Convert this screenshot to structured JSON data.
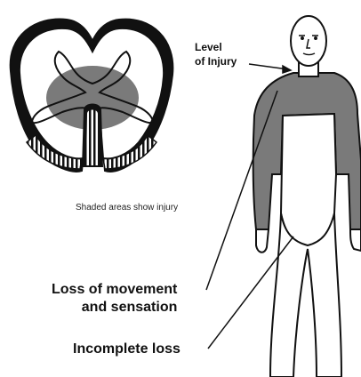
{
  "labels": {
    "level_line1": "Level",
    "level_line2": "of Injury",
    "caption": "Shaded areas show injury",
    "loss_line1": "Loss of movement",
    "loss_line2": "and sensation",
    "incomplete": "Incomplete loss"
  },
  "colors": {
    "injury_shade": "#7a7a7a",
    "outline": "#111111",
    "background": "#ffffff"
  }
}
